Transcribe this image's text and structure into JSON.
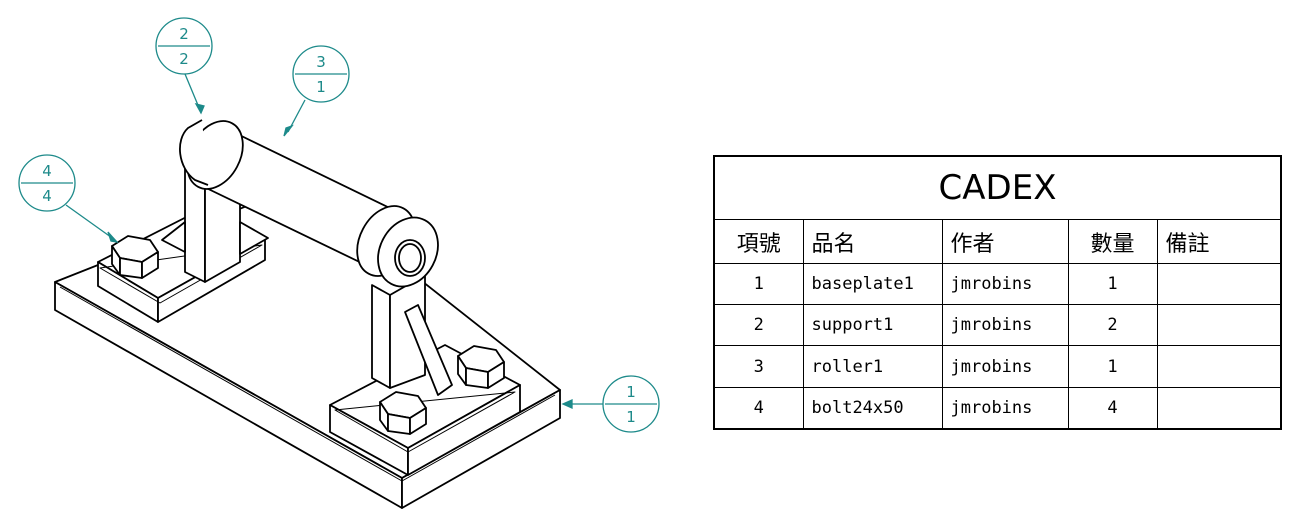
{
  "table": {
    "title": "CADEX",
    "headers": {
      "no": "項號",
      "name": "品名",
      "author": "作者",
      "qty": "數量",
      "note": "備註"
    },
    "rows": [
      {
        "no": "1",
        "name": "baseplate1",
        "author": "jmrobins",
        "qty": "1",
        "note": ""
      },
      {
        "no": "2",
        "name": "support1",
        "author": "jmrobins",
        "qty": "2",
        "note": ""
      },
      {
        "no": "3",
        "name": "roller1",
        "author": "jmrobins",
        "qty": "1",
        "note": ""
      },
      {
        "no": "4",
        "name": "bolt24x50",
        "author": "jmrobins",
        "qty": "4",
        "note": ""
      }
    ]
  },
  "balloons": [
    {
      "item": "1",
      "qty": "1"
    },
    {
      "item": "2",
      "qty": "2"
    },
    {
      "item": "3",
      "qty": "1"
    },
    {
      "item": "4",
      "qty": "4"
    }
  ],
  "colors": {
    "balloon": "#1d8a8a",
    "lines": "#000000"
  }
}
